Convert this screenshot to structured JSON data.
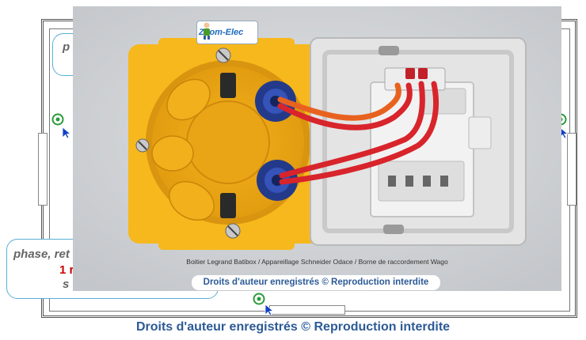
{
  "notes": {
    "top": "p",
    "bottom_line1": "phase, ret",
    "bottom_line2": "1 r",
    "bottom_line3": "s"
  },
  "photo": {
    "logo_text": "Zoom-Elec",
    "caption": "Boitier Legrand Batibox / Appareillage Schneider Odace / Borne de raccordement Wago",
    "copyright": "Droits d'auteur enregistrés © Reproduction interdite"
  },
  "footer": {
    "copyright": "Droits d'auteur enregistrés © Reproduction interdite"
  },
  "colors": {
    "box_yellow": "#f6b81c",
    "wire_red": "#d8242b",
    "wire_orange": "#e8621f",
    "outlet_green": "#2a9a3a",
    "cursor_blue": "#1140c8",
    "copyright_blue": "#2c5a96"
  }
}
